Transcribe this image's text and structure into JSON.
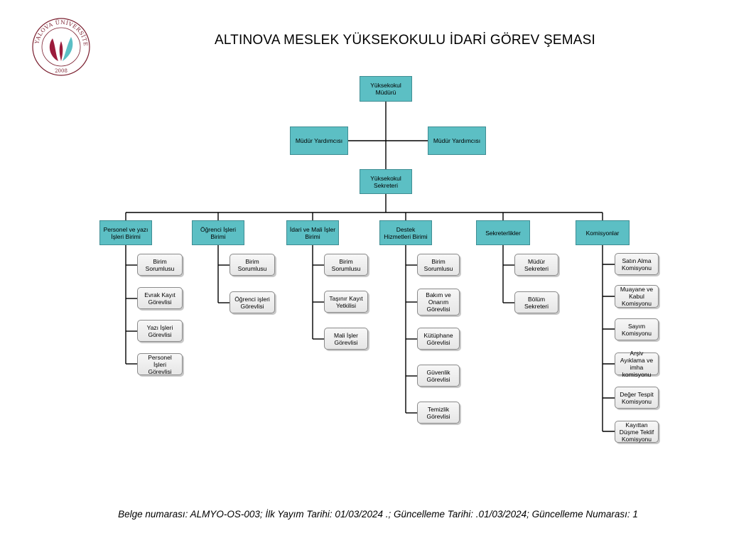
{
  "header": {
    "title": "ALTINOVA MESLEK YÜKSEKOKULU İDARİ GÖREV ŞEMASI"
  },
  "logo": {
    "ring_text": "YALOVA ÜNİVERSİTESİ",
    "year": "2008",
    "colors": {
      "ring": "#7a1e2e",
      "leaf_red": "#9b1b3b",
      "leaf_teal": "#5bbfc5"
    }
  },
  "colors": {
    "node_fill": "#5cbfc4",
    "node_border": "#3f8d93",
    "sub_fill": "#eeeeee",
    "connector": "#000000"
  },
  "org": {
    "director": "Yüksekokul Müdürü",
    "deputy_left": "Müdür Yardımcısı",
    "deputy_right": "Müdür Yardımcısı",
    "secretary": "Yüksekokul Sekreteri",
    "units": [
      {
        "label": "Personel ve yazı İşleri Birimi",
        "children": [
          "Birim Sorumlusu",
          "Evrak Kayıt Görevlisi",
          "Yazı İşleri Görevlisi",
          "Personel İşleri Görevlisi"
        ]
      },
      {
        "label": "Öğrenci İşleri Birimi",
        "children": [
          "Birim Sorumlusu",
          "Öğrenci işleri Görevlisi"
        ]
      },
      {
        "label": "İdari ve Mali İşler Birimi",
        "children": [
          "Birim Sorumlusu",
          "Taşınır Kayıt Yetkilisi",
          "Mali İşler Görevlisi"
        ]
      },
      {
        "label": "Destek Hizmetleri Birimi",
        "children": [
          "Birim Sorumlusu",
          "Bakım ve Onarım Görevlisi",
          "Kütüphane Görevlisi",
          "Güvenlik Görevlisi",
          "Temizlik Görevlisi"
        ]
      },
      {
        "label": "Sekreterlikler",
        "children": [
          "Müdür Sekreteri",
          "Bölüm Sekreteri"
        ]
      },
      {
        "label": "Komisyonlar",
        "children": [
          "Satın Alma Komisyonu",
          "Muayane ve Kabul Komisyonu",
          "Sayım Komisyonu",
          "Arşiv Ayıklama ve imha komisyonu",
          "Değer Tespit Komisyonu",
          "Kayıttan Düşme Teklif Komisyonu"
        ]
      }
    ]
  },
  "footer": {
    "text": "Belge numarası: ALMYO-OS-003; İlk Yayım Tarihi:  01/03/2024 .; Güncelleme Tarihi: .01/03/2024; Güncelleme Numarası: 1"
  }
}
